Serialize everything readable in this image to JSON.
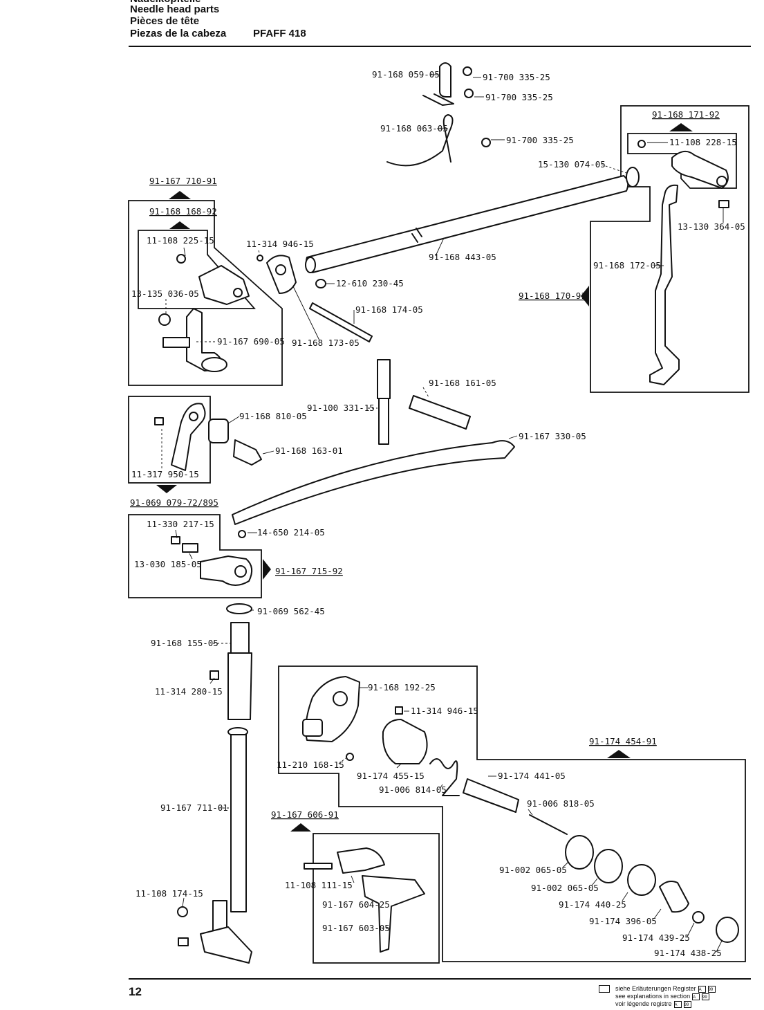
{
  "header": {
    "title_de": "Nadelkopfteile",
    "title_en": "Needle head parts",
    "title_fr": "Pièces de tête",
    "title_es": "Piezas de la cabeza",
    "model": "PFAFF 418"
  },
  "groups": {
    "g1": "91-167 710-91",
    "g2": "91-168 168-92",
    "g3": "91-168 171-92",
    "g4": "91-168 170-91",
    "g5": "91-069 079-72/895",
    "g6": "91-167 715-92",
    "g7": "91-174 454-91",
    "g8": "91-167 606-91"
  },
  "parts": {
    "p1": "91-168 059-05",
    "p2": "91-700 335-25",
    "p3": "91-700 335-25",
    "p4": "91-168 063-05",
    "p5": "91-700 335-25",
    "p6": "11-108 228-15",
    "p7": "15-130 074-05",
    "p8": "13-130 364-05",
    "p9": "11-108 225-15",
    "p10": "11-314 946-15",
    "p11": "91-168 443-05",
    "p12": "91-168 172-05",
    "p13": "12-610 230-45",
    "p14": "13-135 036-05",
    "p15": "91-168 174-05",
    "p16": "91-167 690-05",
    "p17": "91-168 173-05",
    "p18": "91-168 161-05",
    "p19": "91-100 331-15",
    "p20": "91-168 810-05",
    "p21": "91-167 330-05",
    "p22": "91-168 163-01",
    "p23": "11-317 950-15",
    "p24": "11-330 217-15",
    "p25": "14-650 214-05",
    "p26": "13-030 185-05",
    "p27": "91-069 562-45",
    "p28": "91-168 155-05",
    "p29": "11-314 280-15",
    "p30": "91-168 192-25",
    "p31": "11-314 946-15",
    "p32": "11-210 168-15",
    "p33": "91-174 455-15",
    "p34": "91-174 441-05",
    "p35": "91-006 814-05",
    "p36": "91-167 711-01",
    "p37": "91-006 818-05",
    "p38": "91-002 065-05",
    "p39": "91-002 065-05",
    "p40": "11-108 111-15",
    "p41": "91-167 604-25",
    "p42": "91-174 440-25",
    "p43": "11-108 174-15",
    "p44": "91-174 396-05",
    "p45": "91-167 603-05",
    "p46": "91-174 439-25",
    "p47": "91-174 438-25"
  },
  "footer": {
    "page_number": "12",
    "legend_de": "siehe Erläuterungen Register",
    "legend_en": "see explanations in section",
    "legend_fr": "voir légende registre",
    "ref_a": "A",
    "ref_b": "99"
  }
}
